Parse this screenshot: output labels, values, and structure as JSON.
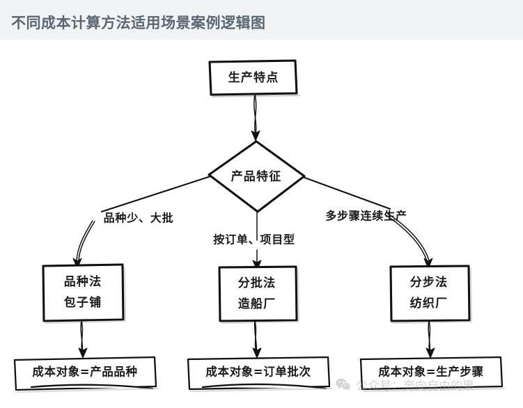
{
  "header": {
    "title": "不同成本计算方法适用场景案例逻辑图",
    "background_color": "#f1f3f5",
    "text_color": "#5a6672"
  },
  "diagram": {
    "style": "hand-drawn sketch flowchart",
    "stroke_color": "#111111",
    "fill_color": "#ffffff",
    "nodes": {
      "start": {
        "label": "生产特点",
        "shape": "rectangle"
      },
      "decision": {
        "label": "产品特征",
        "shape": "diamond"
      },
      "method_left": {
        "line1": "品种法",
        "line2": "包子铺",
        "shape": "rectangle"
      },
      "method_mid": {
        "line1": "分批法",
        "line2": "造船厂",
        "shape": "rectangle"
      },
      "method_right": {
        "line1": "分步法",
        "line2": "纺织厂",
        "shape": "rectangle"
      },
      "result_left": {
        "label": "成本对象=产品品种",
        "shape": "rectangle"
      },
      "result_mid": {
        "label": "成本对象=订单批次",
        "shape": "rectangle"
      },
      "result_right": {
        "label": "成本对象=生产步骤",
        "shape": "rectangle"
      }
    },
    "edge_labels": {
      "left": "品种少、大批",
      "middle": "按订单、项目型",
      "right": "多步骤连续生产"
    }
  },
  "watermark": {
    "text": "公众号：奔向自由的果",
    "icon": "wechat-icon",
    "color": "#9b9b9b"
  }
}
